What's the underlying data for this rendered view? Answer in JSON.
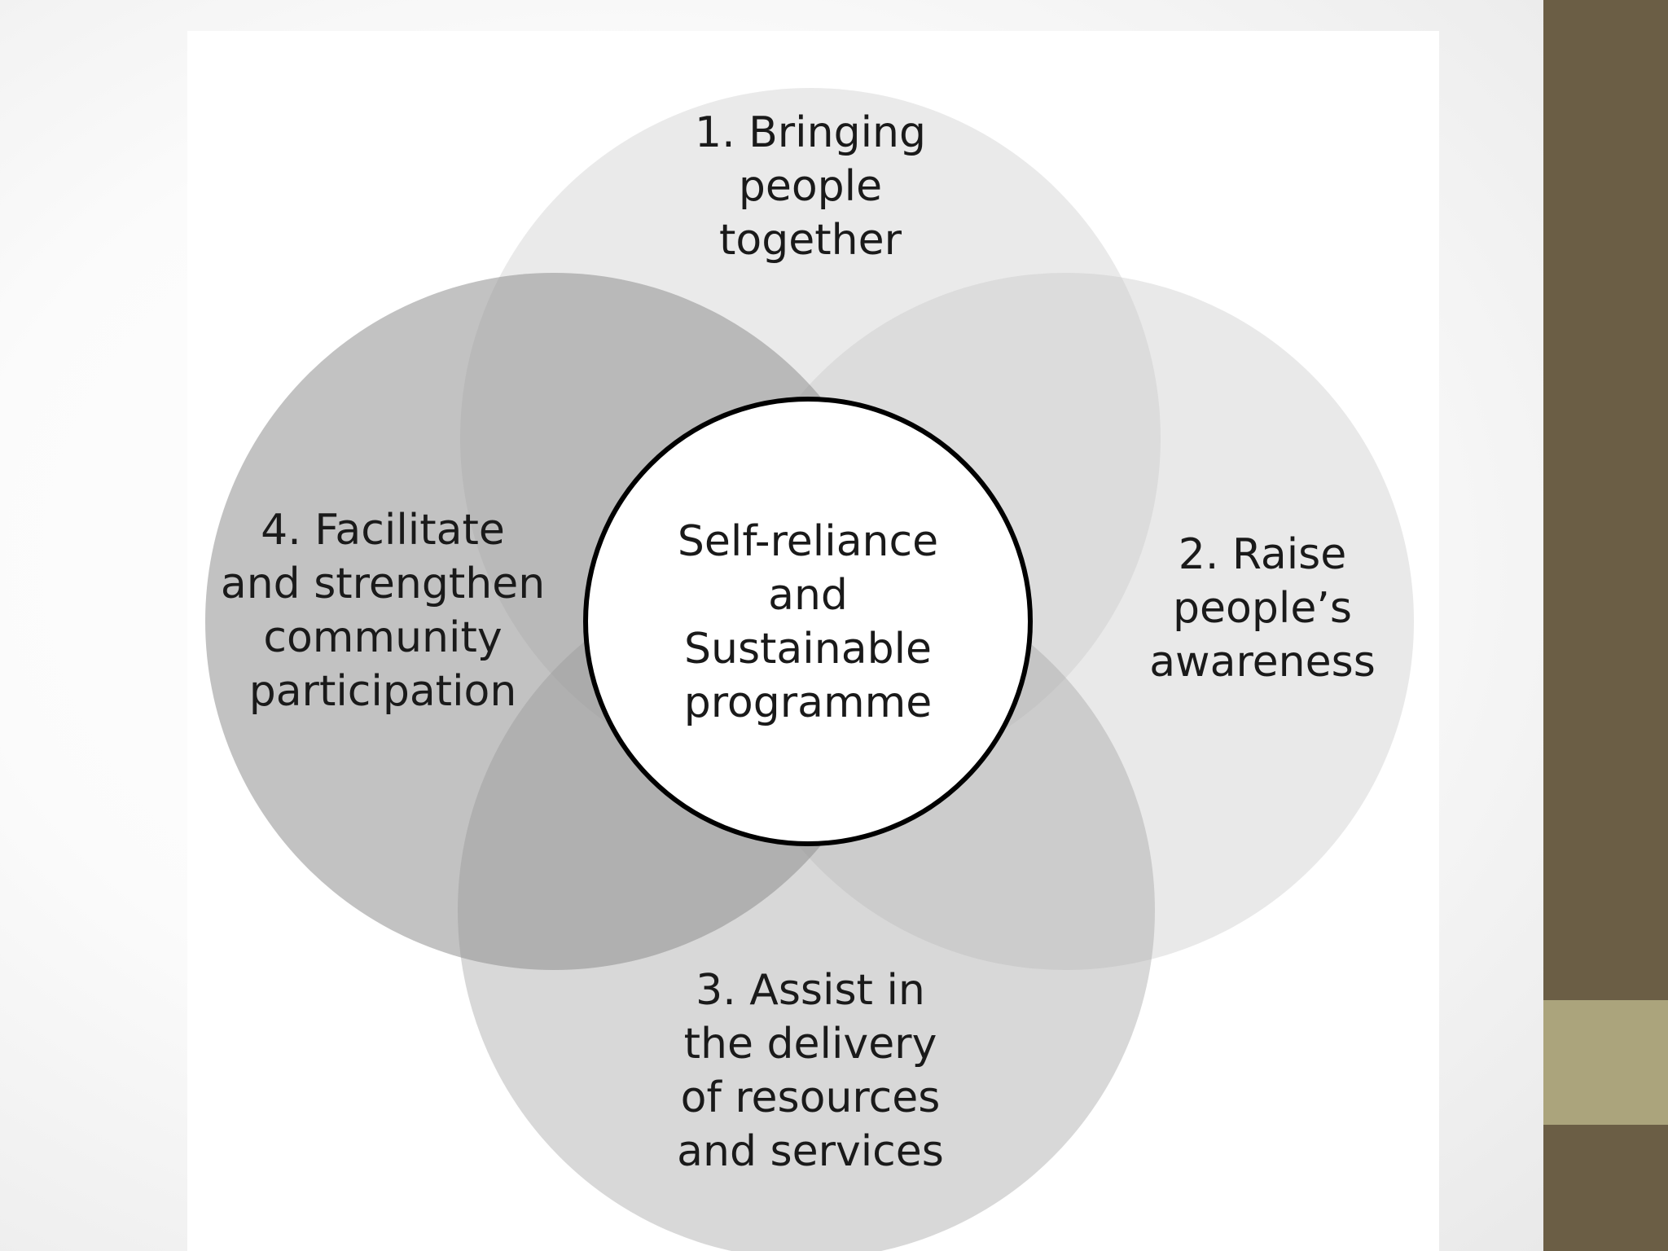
{
  "diagram": {
    "center_label": "Self-reliance\nand\nSustainable\nprogramme",
    "petals": [
      {
        "id": "bringing",
        "label": "1. Bringing\npeople\ntogether",
        "fill": "#e4e4e4"
      },
      {
        "id": "raise",
        "label": "2. Raise\npeople’s\nawareness",
        "fill": "#dcdcdc"
      },
      {
        "id": "assist",
        "label": "3. Assist in\nthe delivery\nof resources\nand services",
        "fill": "#c4c4c4"
      },
      {
        "id": "facilitate",
        "label": "4. Facilitate\nand strengthen\ncommunity\nparticipation",
        "fill": "#b4b4b4"
      }
    ]
  },
  "colors": {
    "side_bar_dark": "#6b5e45",
    "side_bar_accent": "#aba47c",
    "center_fill": "#ffffff",
    "center_stroke": "#000000"
  }
}
